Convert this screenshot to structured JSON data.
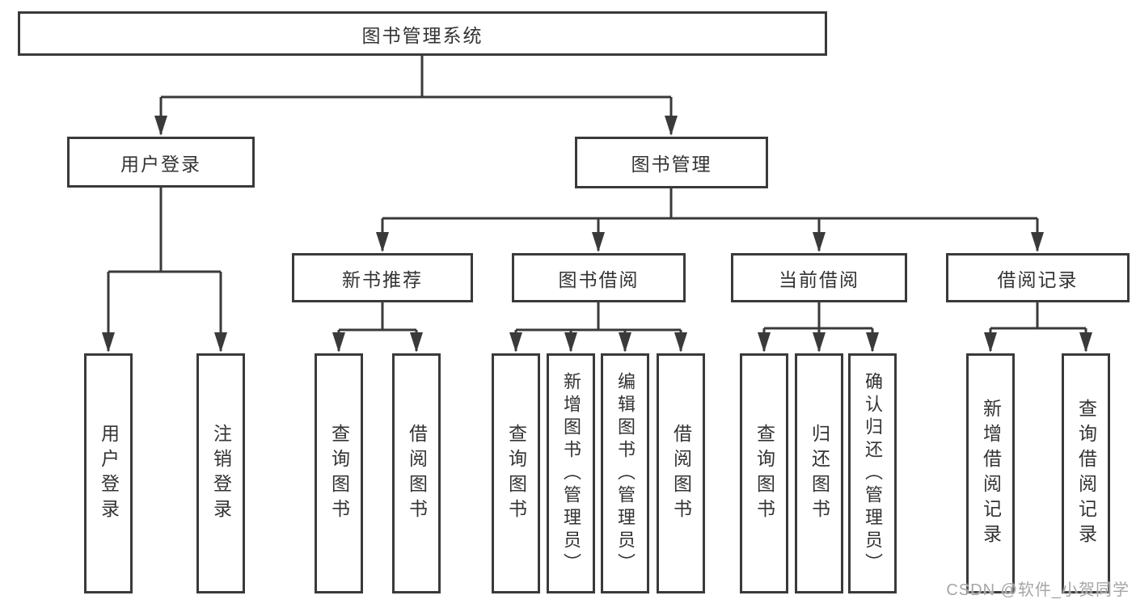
{
  "diagram": {
    "root": {
      "label": "图书管理系统"
    },
    "branches": [
      {
        "label": "用户登录",
        "children": [
          {
            "label": "用户登录"
          },
          {
            "label": "注销登录"
          }
        ]
      },
      {
        "label": "图书管理",
        "sections": [
          {
            "label": "新书推荐",
            "children": [
              {
                "label": "查询图书"
              },
              {
                "label": "借阅图书"
              }
            ]
          },
          {
            "label": "图书借阅",
            "children": [
              {
                "label": "查询图书"
              },
              {
                "label": "新增图书（管理员）"
              },
              {
                "label": "编辑图书（管理员）"
              },
              {
                "label": "借阅图书"
              }
            ]
          },
          {
            "label": "当前借阅",
            "children": [
              {
                "label": "查询图书"
              },
              {
                "label": "归还图书"
              },
              {
                "label": "确认归还（管理员）"
              }
            ]
          },
          {
            "label": "借阅记录",
            "children": [
              {
                "label": "新增借阅记录"
              },
              {
                "label": "查询借阅记录"
              }
            ]
          }
        ]
      }
    ]
  },
  "colors": {
    "line": "#3a3a3a",
    "text": "#333333",
    "watermark": "#a6a6a6"
  },
  "watermark": {
    "text": "CSDN @软件_小贺同学"
  }
}
